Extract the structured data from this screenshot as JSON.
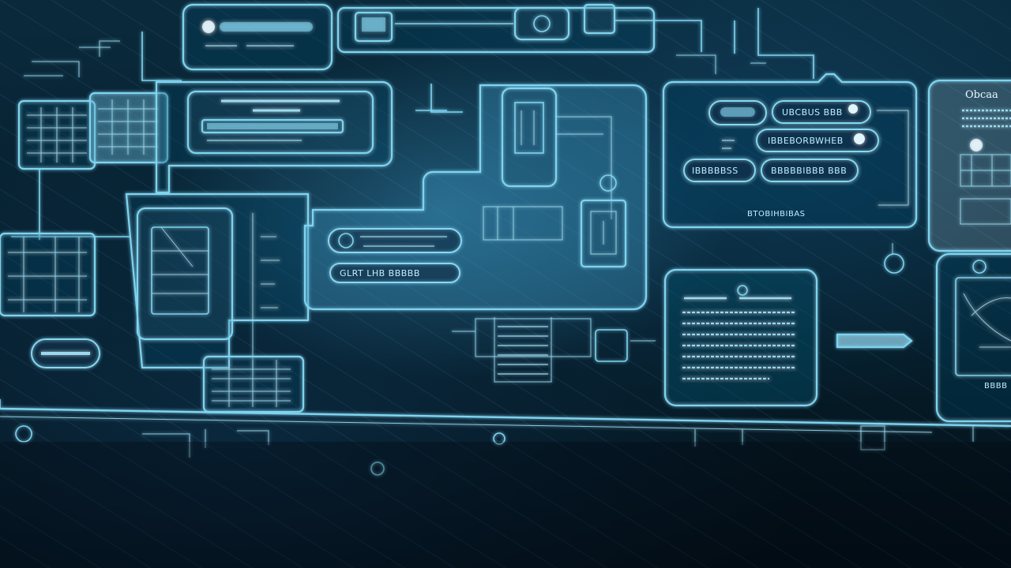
{
  "labels": {
    "corner_title": "Obcaa",
    "pill_1": "UBCBUS BBB",
    "pill_2": "IBBEBORBWHEB",
    "pill_3": "IBBBBBSS",
    "pill_4": "BBBBBIBBB BBB",
    "panel_footer": "BTOBIHBIBAS",
    "center_pill": "GLRT LHB BBBBB",
    "corner_footer": "BBBB"
  },
  "colors": {
    "accent": "#7fd4f0",
    "background": "#06202f",
    "glow": "#4fb4e0"
  }
}
